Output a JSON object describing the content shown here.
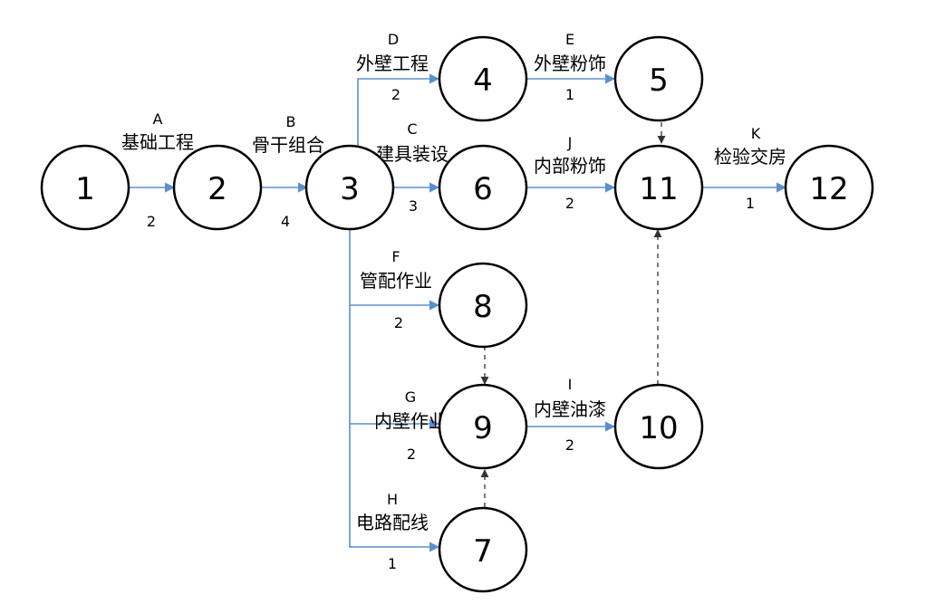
{
  "nodes": [
    {
      "id": "1",
      "label": "1"
    },
    {
      "id": "2",
      "label": "2"
    },
    {
      "id": "3",
      "label": "3"
    },
    {
      "id": "4",
      "label": "4"
    },
    {
      "id": "5",
      "label": "5"
    },
    {
      "id": "6",
      "label": "6"
    },
    {
      "id": "7",
      "label": "7"
    },
    {
      "id": "8",
      "label": "8"
    },
    {
      "id": "9",
      "label": "9"
    },
    {
      "id": "10",
      "label": "10"
    },
    {
      "id": "11",
      "label": "11"
    },
    {
      "id": "12",
      "label": "12"
    }
  ],
  "activities": [
    {
      "letter": "A",
      "name": "基础工程",
      "duration": "2",
      "from": "1",
      "to": "2"
    },
    {
      "letter": "B",
      "name": "骨干组合",
      "duration": "4",
      "from": "2",
      "to": "3"
    },
    {
      "letter": "C",
      "name": "建具装设",
      "duration": "3",
      "from": "3",
      "to": "6"
    },
    {
      "letter": "D",
      "name": "外壁工程",
      "duration": "2",
      "from": "3",
      "to": "4"
    },
    {
      "letter": "E",
      "name": "外壁粉饰",
      "duration": "1",
      "from": "4",
      "to": "5"
    },
    {
      "letter": "F",
      "name": "管配作业",
      "duration": "2",
      "from": "3",
      "to": "8"
    },
    {
      "letter": "G",
      "name": "内壁作业",
      "duration": "2",
      "from": "3",
      "to": "9"
    },
    {
      "letter": "H",
      "name": "电路配线",
      "duration": "1",
      "from": "3",
      "to": "7"
    },
    {
      "letter": "I",
      "name": "内壁油漆",
      "duration": "2",
      "from": "9",
      "to": "10"
    },
    {
      "letter": "J",
      "name": "内部粉饰",
      "duration": "2",
      "from": "6",
      "to": "11"
    },
    {
      "letter": "K",
      "name": "检验交房",
      "duration": "1",
      "from": "11",
      "to": "12"
    }
  ],
  "dummies": [
    {
      "from": "5",
      "to": "11"
    },
    {
      "from": "8",
      "to": "9"
    },
    {
      "from": "7",
      "to": "9"
    },
    {
      "from": "10",
      "to": "11"
    }
  ],
  "colors": {
    "edge": "#5b8fcf",
    "dummy": "#333333",
    "node_stroke": "#000000"
  }
}
